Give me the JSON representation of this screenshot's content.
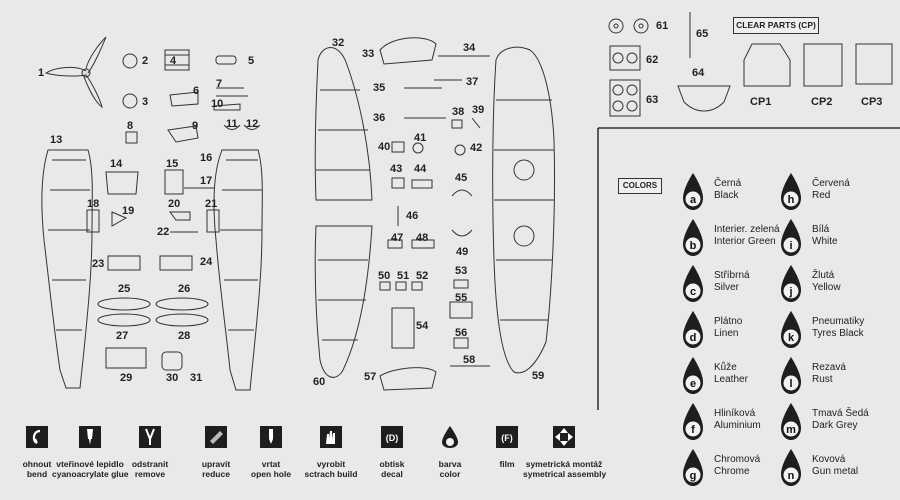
{
  "parts": {
    "p1": "1",
    "p2": "2",
    "p3": "3",
    "p4": "4",
    "p5": "5",
    "p6": "6",
    "p7": "7",
    "p8": "8",
    "p9": "9",
    "p10": "10",
    "p11": "11",
    "p12": "12",
    "p13": "13",
    "p14": "14",
    "p15": "15",
    "p16": "16",
    "p17": "17",
    "p18": "18",
    "p19": "19",
    "p20": "20",
    "p21": "21",
    "p22": "22",
    "p23": "23",
    "p24": "24",
    "p25": "25",
    "p26": "26",
    "p27": "27",
    "p28": "28",
    "p29": "29",
    "p30": "30",
    "p31": "31",
    "p32": "32",
    "p33": "33",
    "p34": "34",
    "p35": "35",
    "p36": "36",
    "p37": "37",
    "p38": "38",
    "p39": "39",
    "p40": "40",
    "p41": "41",
    "p42": "42",
    "p43": "43",
    "p44": "44",
    "p45": "45",
    "p46": "46",
    "p47": "47",
    "p48": "48",
    "p49": "49",
    "p50": "50",
    "p51": "51",
    "p52": "52",
    "p53": "53",
    "p54": "54",
    "p55": "55",
    "p56": "56",
    "p57": "57",
    "p58": "58",
    "p59": "59",
    "p60": "60",
    "p61": "61",
    "p62": "62",
    "p63": "63",
    "p64": "64",
    "p65": "65"
  },
  "clear_parts": {
    "title": "CLEAR PARTS (CP)",
    "cp1": "CP1",
    "cp2": "CP2",
    "cp3": "CP3"
  },
  "colors": {
    "title": "COLORS",
    "items": [
      {
        "code": "a",
        "cz": "Černá",
        "en": "Black"
      },
      {
        "code": "b",
        "cz": "Interier. zelená",
        "en": "Interior Green"
      },
      {
        "code": "c",
        "cz": "Stříbrná",
        "en": "Silver"
      },
      {
        "code": "d",
        "cz": "Plátno",
        "en": "Linen"
      },
      {
        "code": "e",
        "cz": "Kůže",
        "en": "Leather"
      },
      {
        "code": "f",
        "cz": "Hliníková",
        "en": "Aluminium"
      },
      {
        "code": "g",
        "cz": "Chromová",
        "en": "Chrome"
      },
      {
        "code": "h",
        "cz": "Červená",
        "en": "Red"
      },
      {
        "code": "i",
        "cz": "Bílá",
        "en": "White"
      },
      {
        "code": "j",
        "cz": "Žlutá",
        "en": "Yellow"
      },
      {
        "code": "k",
        "cz": "Pneumatiky",
        "en": "Tyres Black"
      },
      {
        "code": "l",
        "cz": "Rezavá",
        "en": "Rust"
      },
      {
        "code": "m",
        "cz": "Tmavá Šedá",
        "en": "Dark Grey"
      },
      {
        "code": "n",
        "cz": "Kovová",
        "en": "Gun metal"
      }
    ]
  },
  "legend": [
    {
      "icon": "bend-icon",
      "cz": "ohnout",
      "en": "bend"
    },
    {
      "icon": "glue-icon",
      "cz": "vteřinové lepidlo",
      "en": "cyanoacrylate glue"
    },
    {
      "icon": "remove-icon",
      "cz": "odstranit",
      "en": "remove"
    },
    {
      "icon": "reduce-icon",
      "cz": "upravit",
      "en": "reduce"
    },
    {
      "icon": "drill-icon",
      "cz": "vrtat",
      "en": "open hole"
    },
    {
      "icon": "scratch-build-icon",
      "cz": "vyrobit",
      "en": "sctrach build"
    },
    {
      "icon": "decal-icon",
      "cz": "obtisk",
      "en": "decal",
      "mark": "(D)"
    },
    {
      "icon": "color-drop-icon",
      "cz": "barva",
      "en": "color"
    },
    {
      "icon": "film-icon",
      "cz": "film",
      "en": "",
      "mark": "(F)"
    },
    {
      "icon": "symmetrical-assembly-icon",
      "cz": "symetrická montáž",
      "en": "symetrical assembly"
    }
  ],
  "palette": {
    "ink": "#222222",
    "paper": "#e9e9e8",
    "icon_bg": "#1e1e1e"
  }
}
